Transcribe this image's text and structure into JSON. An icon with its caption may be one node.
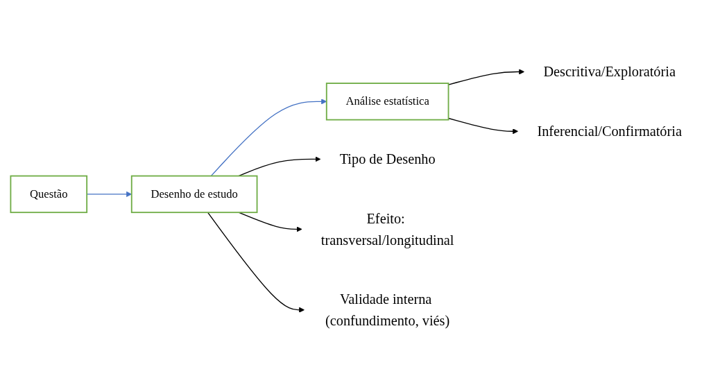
{
  "diagram": {
    "nodes": [
      {
        "text": [
          "Questão"
        ]
      },
      {
        "text": [
          "Desenho de estudo"
        ]
      },
      {
        "text": [
          "Análise estatística"
        ]
      },
      {
        "text": [
          "Tipo de Desenho"
        ]
      },
      {
        "text": [
          "Efeito: transversal/longitudinal"
        ]
      },
      {
        "text": [
          "Validade interna (confundimento, viés)"
        ]
      },
      {
        "text": [
          "Descritiva/Exploratória"
        ]
      },
      {
        "text": [
          "Inferencial/Confirmatória"
        ]
      }
    ],
    "edges": [
      {
        "from": 0,
        "to": 1,
        "arrow": "to",
        "color": "#4472c4"
      },
      {
        "from": 1,
        "to": 2,
        "arrow": "to",
        "color": "#4472c4"
      },
      {
        "from": 1,
        "to": 3,
        "arrow": "to"
      },
      {
        "from": 1,
        "to": 4,
        "arrow": "to"
      },
      {
        "from": 1,
        "to": 5,
        "arrow": "to"
      },
      {
        "from": 2,
        "to": 6,
        "arrow": "to"
      },
      {
        "from": 2,
        "to": 7,
        "arrow": "to"
      }
    ]
  }
}
